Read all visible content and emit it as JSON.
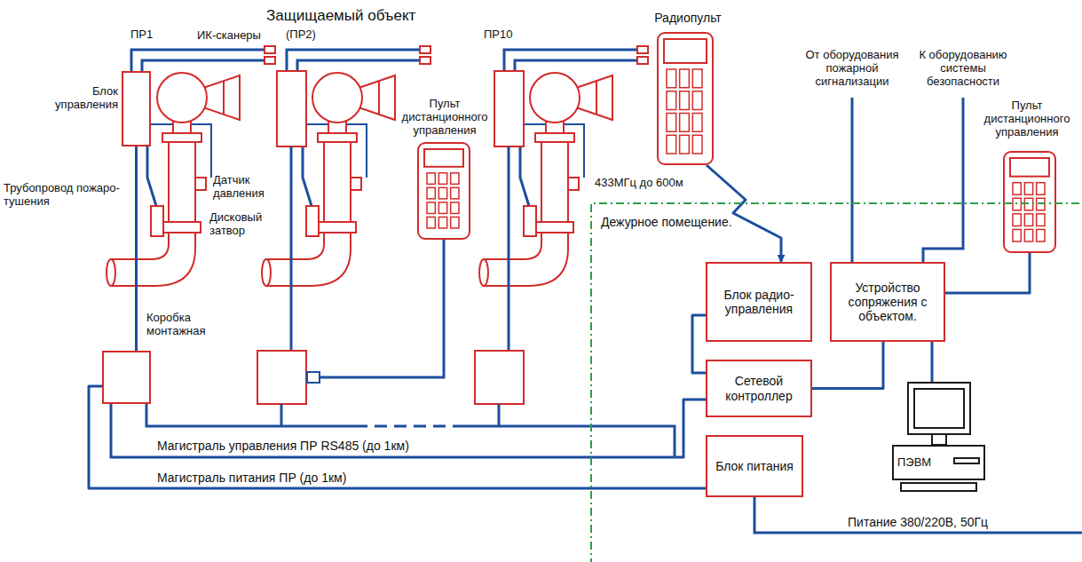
{
  "diagram": {
    "title": "Защищаемый объект",
    "nodes": [
      {
        "text": [
          "Блок управления"
        ]
      },
      {
        "text": [
          "Коробка монтажная"
        ]
      },
      {
        "text": [
          "Пульт дистанционного управления"
        ]
      },
      {
        "text": [
          "Радиопульт"
        ]
      },
      {
        "text": [
          "Пульт дистанционного управления"
        ]
      },
      {
        "text": [
          "Дежурное помещение."
        ]
      },
      {
        "text": [
          "Блок радио- управления"
        ],
        "in": 5
      },
      {
        "text": [
          "Сетевой контроллер"
        ],
        "in": 5
      },
      {
        "text": [
          "Устройство сопряжения с объектом."
        ],
        "in": 5
      },
      {
        "text": [
          "ПЭВМ"
        ],
        "in": 5
      },
      {
        "text": [
          "Блок питания"
        ],
        "in": 5
      }
    ],
    "edges": [
      {
        "from": 0,
        "to": 1,
        "arrow": "none"
      },
      {
        "from": 3,
        "to": 6,
        "label": "433МГц до 600м",
        "arrow": "to"
      },
      {
        "from": 6,
        "to": 7,
        "arrow": "none"
      },
      {
        "from": 7,
        "to": 8,
        "arrow": "none"
      },
      {
        "from": 8,
        "to": 4,
        "arrow": "none"
      },
      {
        "from": 8,
        "to": 9,
        "arrow": "none"
      },
      {
        "from": 1,
        "to": 7,
        "label": "Магистраль управления ПР RS485 (до 1км)",
        "arrow": "none"
      },
      {
        "from": 1,
        "to": 10,
        "label": "Магистраль питания ПР (до 1км)",
        "arrow": "none"
      }
    ],
    "labels": [
      "ПР1",
      "ИК-сканеры",
      "(ПР2)",
      "ПР10",
      "Датчик давления",
      "Дисковый затвор",
      "Трубопровод пожаро- тушения",
      "От оборудования пожарной сигнализации",
      "К оборудованию системы безопасности",
      "Питание 380/220В, 50Гц"
    ]
  }
}
